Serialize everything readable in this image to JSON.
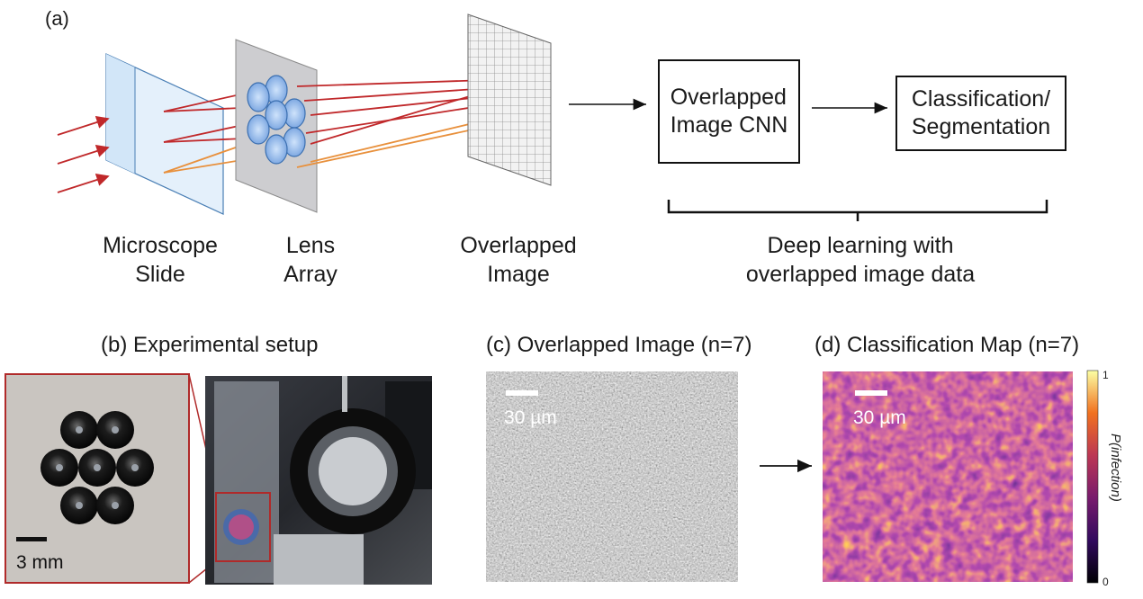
{
  "panel_a": {
    "tag": "(a)",
    "labels": {
      "slide_line1": "Microscope",
      "slide_line2": "Slide",
      "lens_line1": "Lens",
      "lens_line2": "Array",
      "overlap_line1": "Overlapped",
      "overlap_line2": "Image"
    },
    "cnn_box": {
      "line1": "Overlapped",
      "line2": "Image CNN"
    },
    "output_box": {
      "line1": "Classification/",
      "line2": "Segmentation"
    },
    "brace_caption": {
      "line1": "Deep learning with",
      "line2": "overlapped image data"
    },
    "colors": {
      "ray_red": "#c0282a",
      "ray_orange": "#e8903c",
      "lens_blue": "#8fb8e8",
      "slide_blue": "#e4f0fb"
    }
  },
  "panel_b": {
    "title": "(b) Experimental setup",
    "scale_label": "3 mm",
    "inset_border": "#b02a2a"
  },
  "panel_c": {
    "title": "(c) Overlapped Image (n=7)",
    "scale_label": "30 µm"
  },
  "panel_d": {
    "title": "(d) Classification Map (n=7)",
    "scale_label": "30 µm",
    "colorbar": {
      "max": "1",
      "min": "0",
      "label": "P(infection)"
    }
  }
}
